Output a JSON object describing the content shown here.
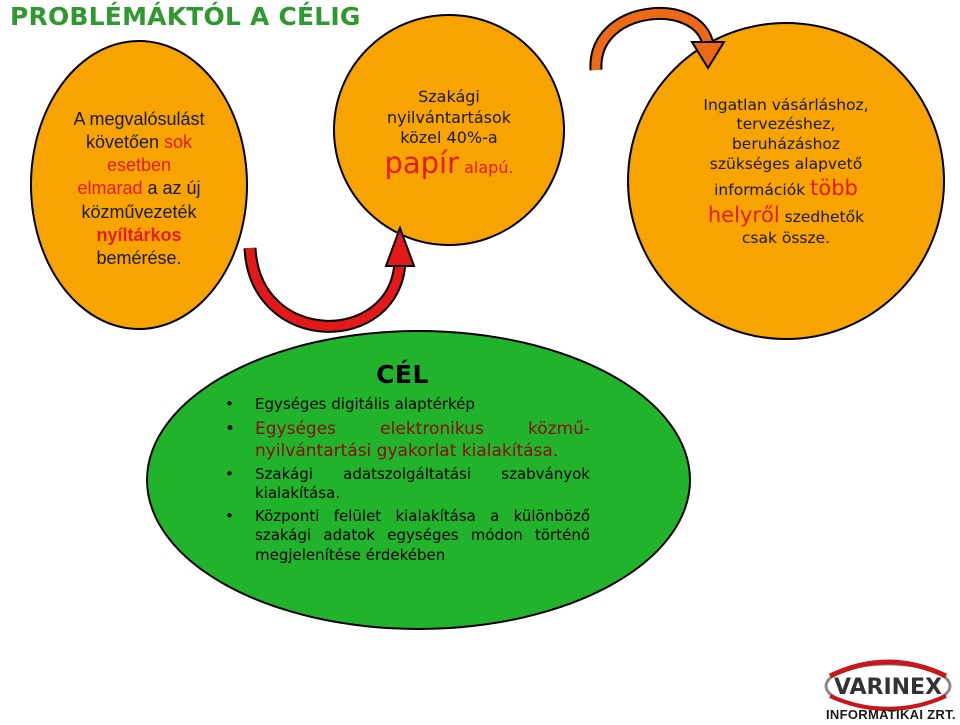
{
  "title": "PROBLÉMÁKTÓL A CÉLIG",
  "circle1": {
    "l1a": "A megvalósulást",
    "l2a": "követően ",
    "l2b": "sok",
    "l3a": "esetben",
    "l4a": "elmarad",
    "l4b": " a az új",
    "l5a": "közművezeték",
    "l6a": "nyíltárkos",
    "l7a": "bemérése."
  },
  "circle2": {
    "l1": "Szakági",
    "l2": "nyilvántartások",
    "l3": "közel 40%-a",
    "l4a": "papír",
    "l4b": " alapú."
  },
  "circle3": {
    "l1": "Ingatlan vásárláshoz,",
    "l2": "tervezéshez,",
    "l3": "beruházáshoz",
    "l4": "szükséges alapvető",
    "l5a": "információk ",
    "l5b": "több",
    "l6a": "helyről",
    "l6b": " szedhetők",
    "l7": "csak össze."
  },
  "goal": {
    "title": "CÉL",
    "items": [
      "Egységes digitális alaptérkép",
      "Egységes elektronikus közmű-nyilvántartási gyakorlat kialakítása.",
      "Szakági adatszolgáltatási szabványok kialakítása.",
      "Központi felület kialakítása a különböző szakági adatok egységes módon történő megjelenítése érdekében"
    ]
  },
  "logo": {
    "name": "VARINEX",
    "caption": "INFORMATIKAI ZRT."
  },
  "colors": {
    "title": "#2e9a2e",
    "circles": "#f7a300",
    "accent_red": "#e21c1c",
    "goal_oval": "#22b32c"
  }
}
